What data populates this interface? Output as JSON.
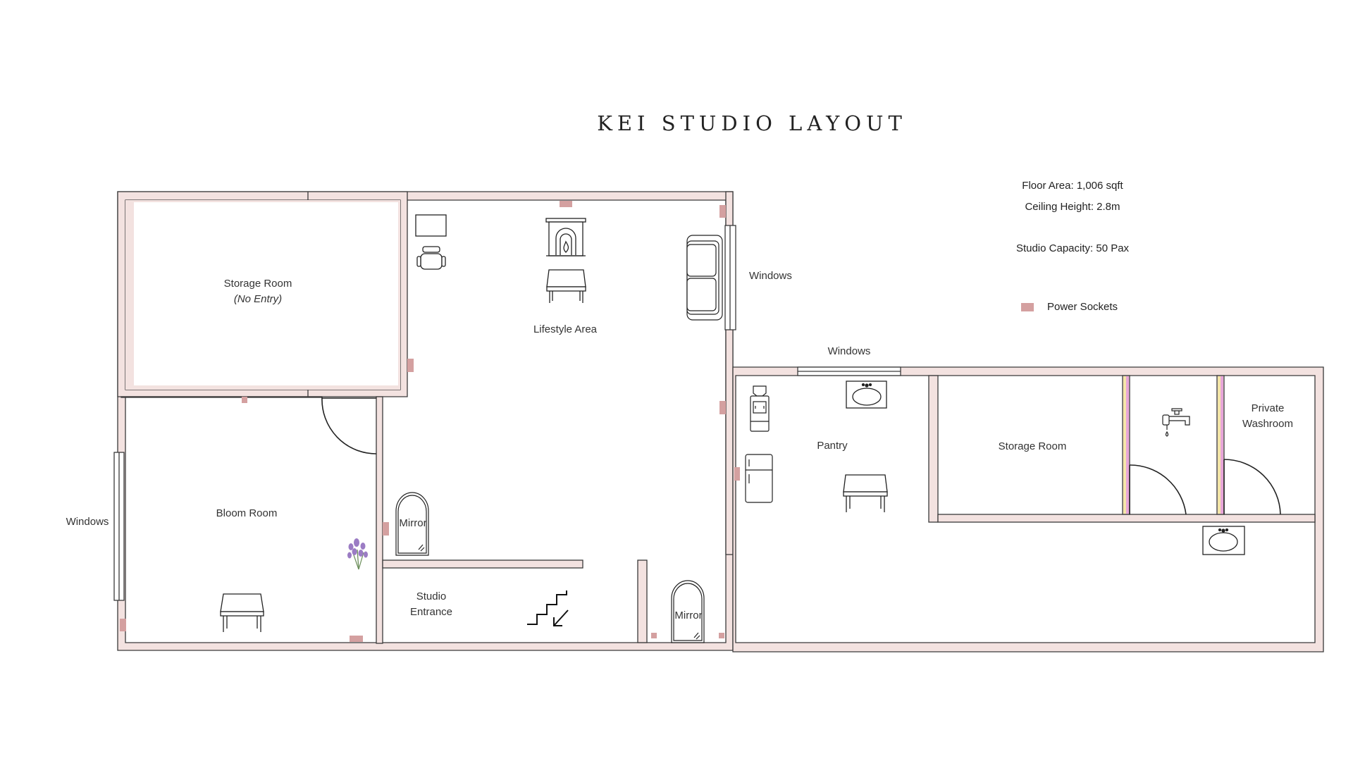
{
  "title": "KEI STUDIO LAYOUT",
  "info": {
    "floor_area": "Floor Area: 1,006 sqft",
    "ceiling_height": "Ceiling Height: 2.8m",
    "capacity": "Studio Capacity: 50 Pax",
    "legend_power_sockets": "Power Sockets"
  },
  "rooms": {
    "storage_top": "Storage Room",
    "storage_top_note": "(No Entry)",
    "lifestyle": "Lifestyle Area",
    "bloom": "Bloom Room",
    "entrance_line1": "Studio",
    "entrance_line2": "Entrance",
    "pantry": "Pantry",
    "storage_right": "Storage Room",
    "washroom_line1": "Private",
    "washroom_line2": "Washroom"
  },
  "labels": {
    "windows_left": "Windows",
    "windows_lifestyle": "Windows",
    "windows_pantry": "Windows",
    "mirror_1": "Mirror",
    "mirror_2": "Mirror"
  },
  "colors": {
    "wall_fill": "#f3e2e0",
    "wall_stroke": "#3a3a3a",
    "socket": "#d4a0a0",
    "accent_pink": "#e8a6d8",
    "accent_yellow": "#f5e6a8",
    "lavender": "#9b7cc4"
  },
  "icons": [
    "fireplace-icon",
    "table-icon",
    "desk-icon",
    "chair-icon",
    "sofa-icon",
    "water-dispenser-icon",
    "fridge-icon",
    "sink-icon",
    "faucet-icon",
    "stairs-icon",
    "lavender-icon",
    "mirror-icon"
  ]
}
